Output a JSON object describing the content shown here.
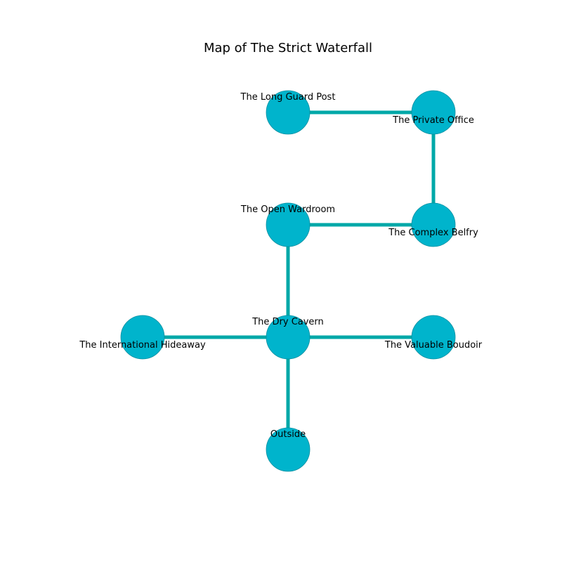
{
  "title": "Map of The Strict Waterfall",
  "colors": {
    "node_fill": "#00b4cc",
    "node_stroke": "#0a8fa0",
    "edge": "#00a8a8",
    "text": "#000000"
  },
  "nodes": [
    {
      "id": "long-guard-post",
      "label": "The Long Guard Post",
      "col": 1,
      "row": 0,
      "label_pos": "above"
    },
    {
      "id": "private-office",
      "label": "The Private Office",
      "col": 2,
      "row": 0,
      "label_pos": "below"
    },
    {
      "id": "open-wardroom",
      "label": "The Open Wardroom",
      "col": 1,
      "row": 1,
      "label_pos": "above"
    },
    {
      "id": "complex-belfry",
      "label": "The Complex Belfry",
      "col": 2,
      "row": 1,
      "label_pos": "below"
    },
    {
      "id": "international-hideaway",
      "label": "The International Hideaway",
      "col": 0,
      "row": 2,
      "label_pos": "below"
    },
    {
      "id": "dry-cavern",
      "label": "The Dry Cavern",
      "col": 1,
      "row": 2,
      "label_pos": "above"
    },
    {
      "id": "valuable-boudoir",
      "label": "The Valuable Boudoir",
      "col": 2,
      "row": 2,
      "label_pos": "below"
    },
    {
      "id": "outside",
      "label": "Outside",
      "col": 1,
      "row": 3,
      "label_pos": "above"
    }
  ],
  "edges": [
    [
      "long-guard-post",
      "private-office"
    ],
    [
      "private-office",
      "complex-belfry"
    ],
    [
      "open-wardroom",
      "complex-belfry"
    ],
    [
      "open-wardroom",
      "dry-cavern"
    ],
    [
      "international-hideaway",
      "dry-cavern"
    ],
    [
      "dry-cavern",
      "valuable-boudoir"
    ],
    [
      "dry-cavern",
      "outside"
    ]
  ]
}
